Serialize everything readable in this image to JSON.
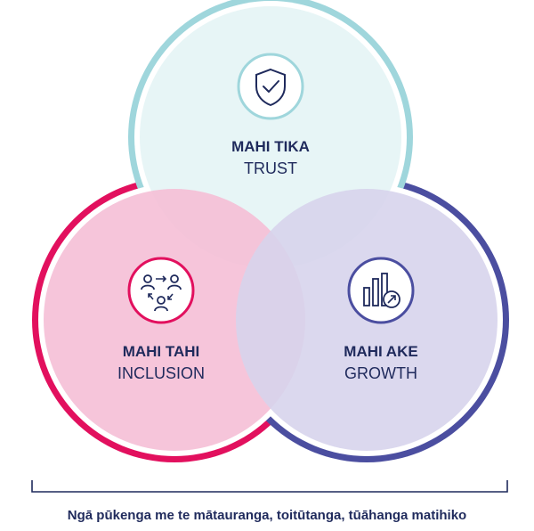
{
  "circles": {
    "trust": {
      "title": "MAHI TIKA",
      "subtitle": "TRUST",
      "icon": "shield-check-icon",
      "ring_color": "#9fd6dc",
      "fill_color": "#e6f4f6",
      "icon_color": "#1f2a5c"
    },
    "inclusion": {
      "title": "MAHI TAHI",
      "subtitle": "INCLUSION",
      "icon": "people-cycle-icon",
      "ring_color": "#e2105e",
      "fill_color": "#f5bfd6",
      "icon_color": "#1f2a5c"
    },
    "growth": {
      "title": "MAHI AKE",
      "subtitle": "GROWTH",
      "icon": "bar-chart-arrow-icon",
      "ring_color": "#4b4ea0",
      "fill_color": "#d7d4ec",
      "icon_color": "#1f2a5c"
    }
  },
  "caption": "Ngā pūkenga me te mātauranga, toitūtanga, tūāhanga matihiko",
  "text_color": "#1f2a5c",
  "bracket_color": "#1f2a5c"
}
